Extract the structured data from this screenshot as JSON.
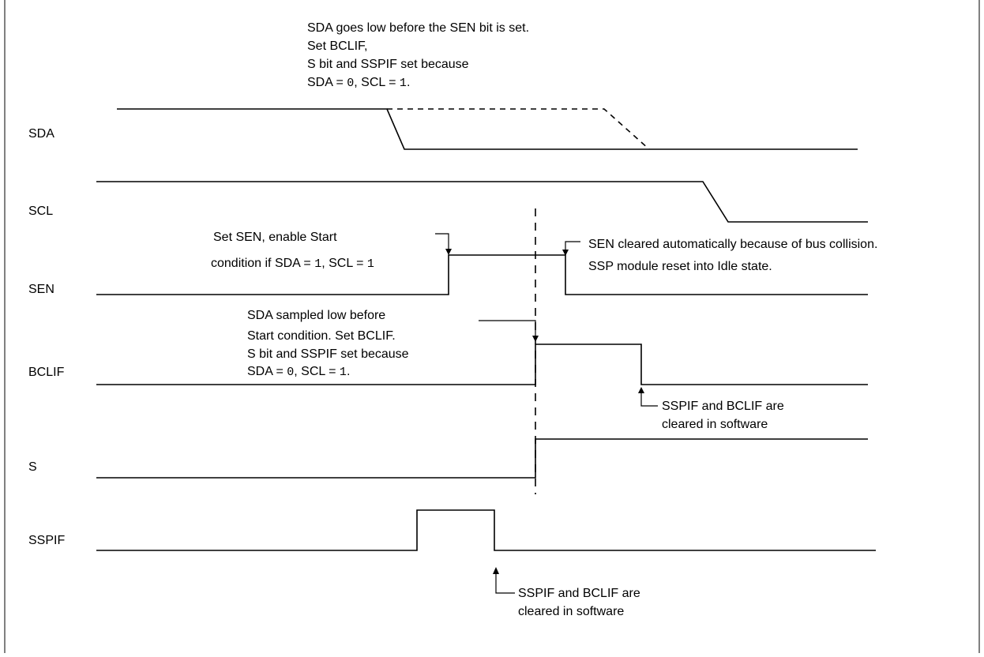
{
  "signals": {
    "sda": "SDA",
    "scl": "SCL",
    "sen": "SEN",
    "bclif": "BCLIF",
    "s": "S",
    "sspif": "SSPIF"
  },
  "annotations": {
    "top": {
      "line1": "SDA goes low before the SEN bit is set.",
      "line2": "Set BCLIF,",
      "line3": "S bit and SSPIF set because",
      "line4_a": "SDA = ",
      "line4_b": "0",
      "line4_c": ", SCL = ",
      "line4_d": "1",
      "line4_e": "."
    },
    "set_sen": {
      "line1": "Set SEN, enable Start",
      "line2_a": "condition if SDA = ",
      "line2_b": "1",
      "line2_c": ", SCL = ",
      "line2_d": "1"
    },
    "sen_cleared": {
      "line1": "SEN cleared automatically because of bus collision.",
      "line2": "SSP module reset into Idle state."
    },
    "sda_sampled": {
      "line1": "SDA sampled low before",
      "line2": "Start condition. Set BCLIF.",
      "line3": "S bit and SSPIF set because",
      "line4_a": "SDA = ",
      "line4_b": "0",
      "line4_c": ", SCL = ",
      "line4_d": "1",
      "line4_e": "."
    },
    "cleared_upper": {
      "line1": "SSPIF and BCLIF are",
      "line2": "cleared in software"
    },
    "cleared_lower": {
      "line1": "SSPIF and BCLIF are",
      "line2": "cleared in software"
    }
  }
}
